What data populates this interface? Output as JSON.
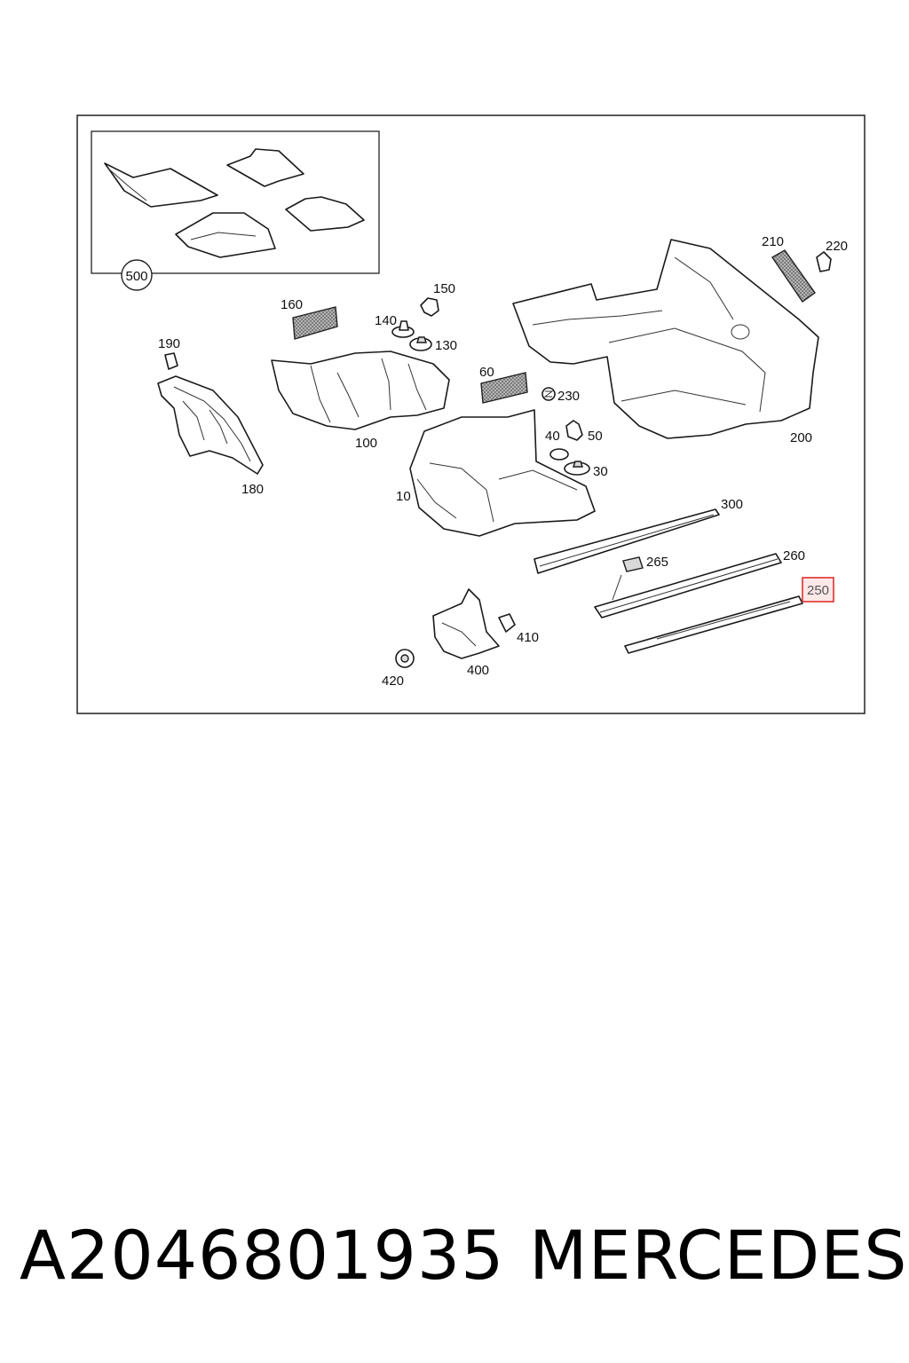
{
  "diagram": {
    "part_labels": {
      "p10": "10",
      "p30": "30",
      "p40": "40",
      "p50": "50",
      "p60": "60",
      "p100": "100",
      "p130": "130",
      "p140": "140",
      "p150": "150",
      "p160": "160",
      "p180": "180",
      "p190": "190",
      "p200": "200",
      "p210": "210",
      "p220": "220",
      "p230": "230",
      "p250": "250",
      "p260": "260",
      "p265": "265",
      "p300": "300",
      "p400": "400",
      "p410": "410",
      "p420": "420",
      "p500": "500"
    },
    "highlighted_part": "250",
    "highlight_color": "#e03030"
  },
  "caption": {
    "part_number": "A2046801935",
    "brand": "MERCEDES"
  }
}
